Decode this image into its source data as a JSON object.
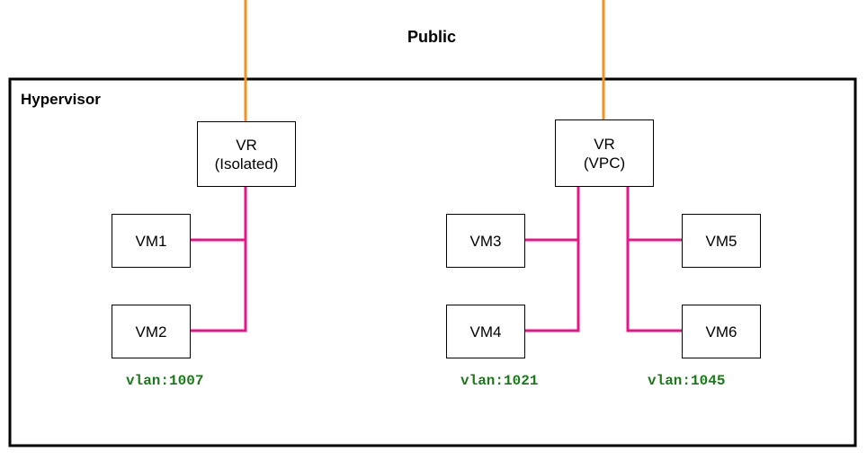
{
  "public_label": "Public",
  "hypervisor_label": "Hypervisor",
  "routers": [
    {
      "line1": "VR",
      "line2": "(Isolated)"
    },
    {
      "line1": "VR",
      "line2": "(VPC)"
    }
  ],
  "vms": [
    "VM1",
    "VM2",
    "VM3",
    "VM4",
    "VM5",
    "VM6"
  ],
  "vlans": [
    "vlan:1007",
    "vlan:1021",
    "vlan:1045"
  ],
  "colors": {
    "public_link": "#f5921e",
    "vlan_link": "#ee1289",
    "vlan_text": "#1a7a1a",
    "border": "#000000"
  }
}
